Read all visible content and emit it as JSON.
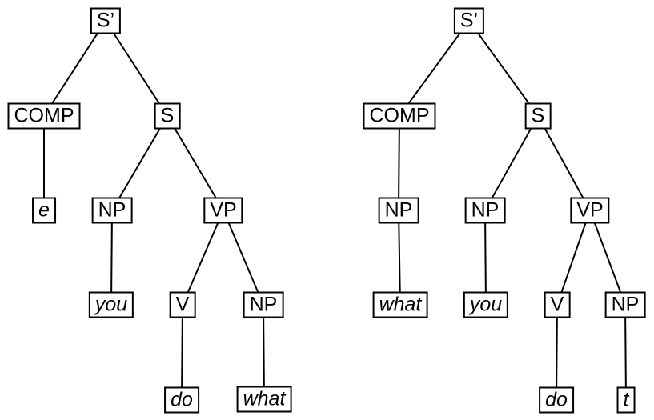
{
  "figure": {
    "kind": "syntactic-tree-pair",
    "background": "#ffffff",
    "box_border_color": "#000000",
    "box_fill_color": "#ffffff",
    "edge_color": "#000000",
    "text_color": "#000000"
  },
  "trees": [
    {
      "name": "left-tree",
      "nodes": {
        "sbar": {
          "label": "S’",
          "terminal": false
        },
        "comp": {
          "label": "COMP",
          "terminal": false
        },
        "s": {
          "label": "S",
          "terminal": false
        },
        "e": {
          "label": "e",
          "terminal": true
        },
        "np_subject": {
          "label": "NP",
          "terminal": false
        },
        "vp": {
          "label": "VP",
          "terminal": false
        },
        "you": {
          "label": "you",
          "terminal": true
        },
        "v": {
          "label": "V",
          "terminal": false
        },
        "np_object": {
          "label": "NP",
          "terminal": false
        },
        "do": {
          "label": "do",
          "terminal": true
        },
        "what": {
          "label": "what",
          "terminal": true
        }
      },
      "edges": [
        [
          "sbar",
          "comp"
        ],
        [
          "sbar",
          "s"
        ],
        [
          "comp",
          "e"
        ],
        [
          "s",
          "np_subject"
        ],
        [
          "s",
          "vp"
        ],
        [
          "np_subject",
          "you"
        ],
        [
          "vp",
          "v"
        ],
        [
          "vp",
          "np_object"
        ],
        [
          "v",
          "do"
        ],
        [
          "np_object",
          "what"
        ]
      ]
    },
    {
      "name": "right-tree",
      "nodes": {
        "sbar": {
          "label": "S’",
          "terminal": false
        },
        "comp": {
          "label": "COMP",
          "terminal": false
        },
        "s": {
          "label": "S",
          "terminal": false
        },
        "np_comp": {
          "label": "NP",
          "terminal": false
        },
        "what": {
          "label": "what",
          "terminal": true
        },
        "np_subject": {
          "label": "NP",
          "terminal": false
        },
        "vp": {
          "label": "VP",
          "terminal": false
        },
        "you": {
          "label": "you",
          "terminal": true
        },
        "v": {
          "label": "V",
          "terminal": false
        },
        "np_object": {
          "label": "NP",
          "terminal": false
        },
        "do": {
          "label": "do",
          "terminal": true
        },
        "t": {
          "label": "t",
          "terminal": true
        }
      },
      "edges": [
        [
          "sbar",
          "comp"
        ],
        [
          "sbar",
          "s"
        ],
        [
          "comp",
          "np_comp"
        ],
        [
          "np_comp",
          "what"
        ],
        [
          "s",
          "np_subject"
        ],
        [
          "s",
          "vp"
        ],
        [
          "np_subject",
          "you"
        ],
        [
          "vp",
          "v"
        ],
        [
          "vp",
          "np_object"
        ],
        [
          "v",
          "do"
        ],
        [
          "np_object",
          "t"
        ]
      ]
    }
  ]
}
